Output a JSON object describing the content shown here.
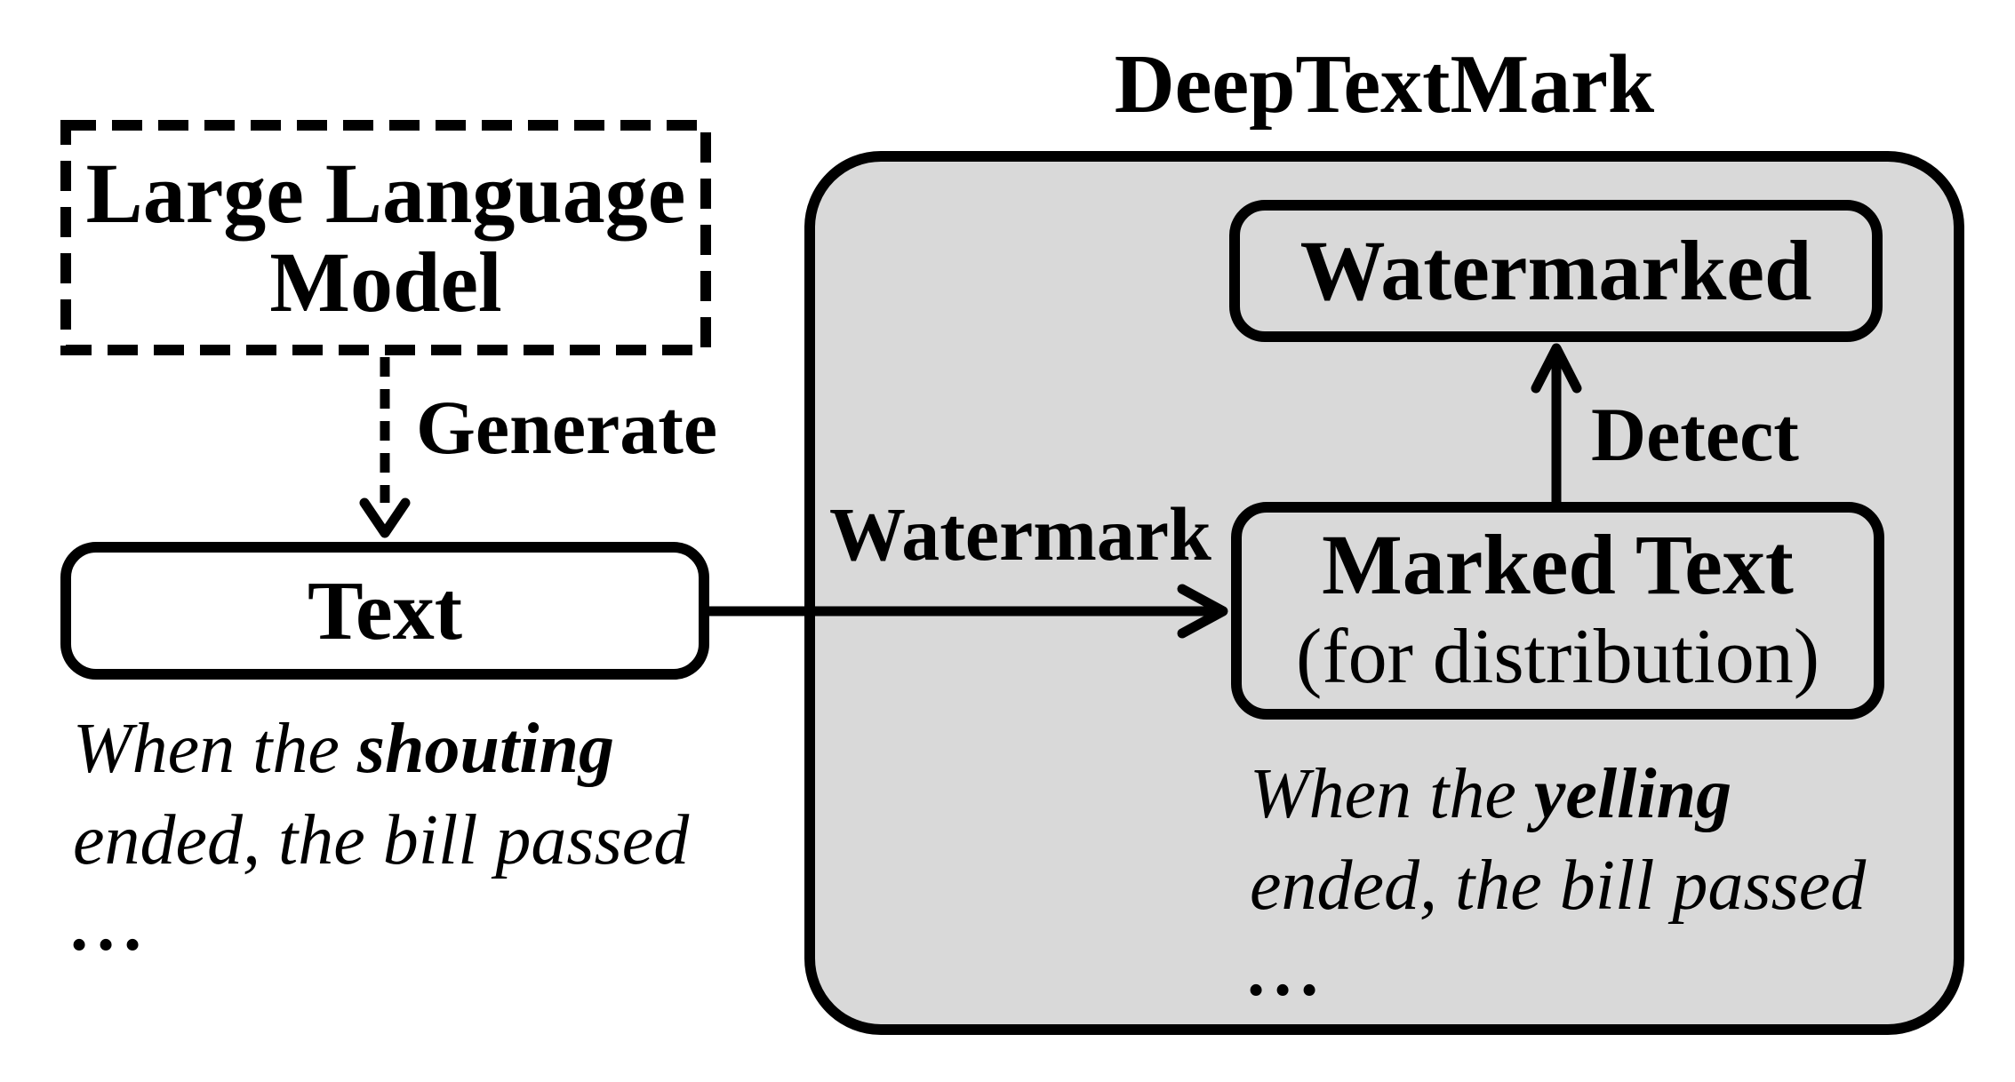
{
  "diagram": {
    "title": "DeepTextMark",
    "llm_box": {
      "line1": "Large Language",
      "line2": "Model"
    },
    "text_box": {
      "label": "Text"
    },
    "watermarked_box": {
      "label": "Watermarked"
    },
    "marked_text_box": {
      "title": "Marked Text",
      "subtitle": "(for distribution)"
    },
    "arrows": {
      "generate_label": "Generate",
      "watermark_label": "Watermark",
      "detect_label": "Detect"
    },
    "original_sample": {
      "lead": "When the ",
      "keyword": "shouting",
      "line2": "ended, the bill passed",
      "ellipsis": "..."
    },
    "marked_sample": {
      "lead": "When the ",
      "keyword": "yelling",
      "line2": "ended, the bill passed",
      "ellipsis": "..."
    },
    "colors": {
      "container_fill": "#d9d9d9",
      "stroke": "#000000",
      "background": "#ffffff"
    }
  }
}
